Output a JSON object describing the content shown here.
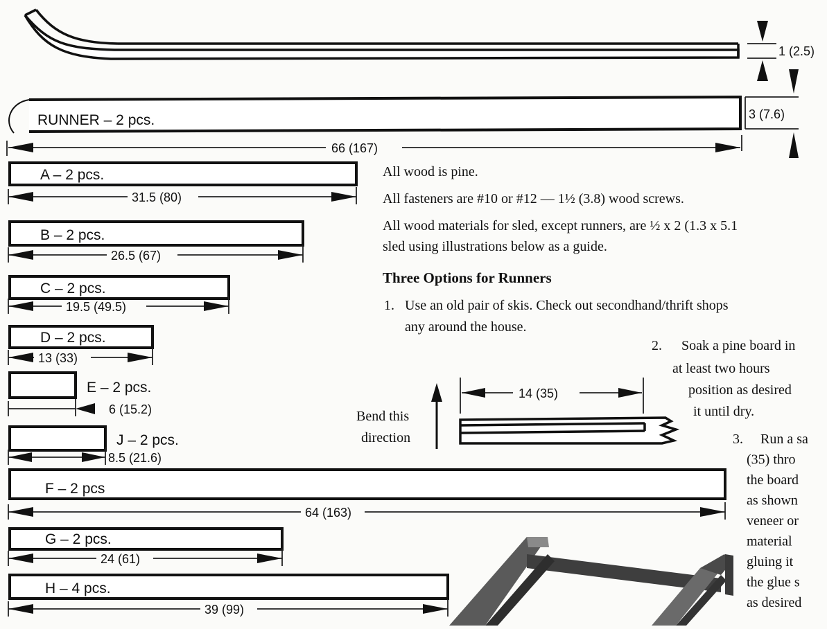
{
  "runner": {
    "label": "RUNNER – 2 pcs.",
    "length": "66 (167)",
    "width": "3 (7.6)",
    "thickness": "1 (2.5)"
  },
  "pieces": [
    {
      "label": "A – 2 pcs.",
      "dim": "31.5 (80)"
    },
    {
      "label": "B – 2 pcs.",
      "dim": "26.5 (67)"
    },
    {
      "label": "C – 2 pcs.",
      "dim": "19.5 (49.5)"
    },
    {
      "label": "D – 2 pcs.",
      "dim": "13 (33)"
    },
    {
      "label": "E – 2 pcs.",
      "dim": "6 (15.2)"
    },
    {
      "label": "J – 2 pcs.",
      "dim": "8.5 (21.6)"
    },
    {
      "label": "F – 2 pcs",
      "dim": "64 (163)"
    },
    {
      "label": "G – 2 pcs.",
      "dim": "24 (61)"
    },
    {
      "label": "H – 4 pcs.",
      "dim": "39 (99)"
    }
  ],
  "notes": {
    "line1": "All wood is pine.",
    "line2": "All fasteners are #10 or #12 — 1½ (3.8) wood screws.",
    "line3a": "All wood materials for sled, except runners, are ½ x 2 (1.3 x 5.1",
    "line3b": "sled using illustrations below as a guide.",
    "heading": "Three Options for Runners",
    "opt1_num": "1.",
    "opt1a": "Use an old pair of skis. Check out secondhand/thrift shops",
    "opt1b": "any around the house.",
    "opt2_num": "2.",
    "opt2a": "Soak a pine board in",
    "opt2b": "at least two hours",
    "opt2c": "position as desired",
    "opt2d": "it until dry.",
    "opt3_num": "3.",
    "opt3_lines": [
      "Run a sa",
      "(35) thro",
      "the board",
      "as shown",
      "veneer or",
      "material",
      "gluing it",
      "the glue s",
      "as desired"
    ]
  },
  "bend": {
    "label1": "Bend this",
    "label2": "direction",
    "dim": "14 (35)"
  }
}
